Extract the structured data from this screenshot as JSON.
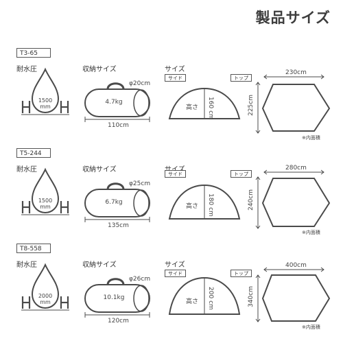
{
  "page_title": "製品サイズ",
  "labels": {
    "water": "耐水圧",
    "storage": "収納サイズ",
    "size": "サイズ",
    "side": "サイド",
    "top": "トップ",
    "height_word": "高さ",
    "h_letter": "H",
    "note": "※内面積"
  },
  "models": [
    {
      "name": "T3-65",
      "water_value": "1500",
      "water_unit": "mm",
      "weight": "4.7kg",
      "diameter": "φ20cm",
      "length": "110cm",
      "height_num": "160",
      "height_unit": "cm",
      "top_width": "230cm",
      "top_depth": "225cm"
    },
    {
      "name": "T5-244",
      "water_value": "1500",
      "water_unit": "mm",
      "weight": "6.7kg",
      "diameter": "φ25cm",
      "length": "135cm",
      "height_num": "180",
      "height_unit": "cm",
      "top_width": "280cm",
      "top_depth": "240cm"
    },
    {
      "name": "T8-558",
      "water_value": "2000",
      "water_unit": "mm",
      "weight": "10.1kg",
      "diameter": "φ26cm",
      "length": "120cm",
      "height_num": "200",
      "height_unit": "cm",
      "top_width": "400cm",
      "top_depth": "340cm"
    }
  ],
  "colors": {
    "line": "#4a4a4a",
    "text": "#3a3a3a"
  }
}
